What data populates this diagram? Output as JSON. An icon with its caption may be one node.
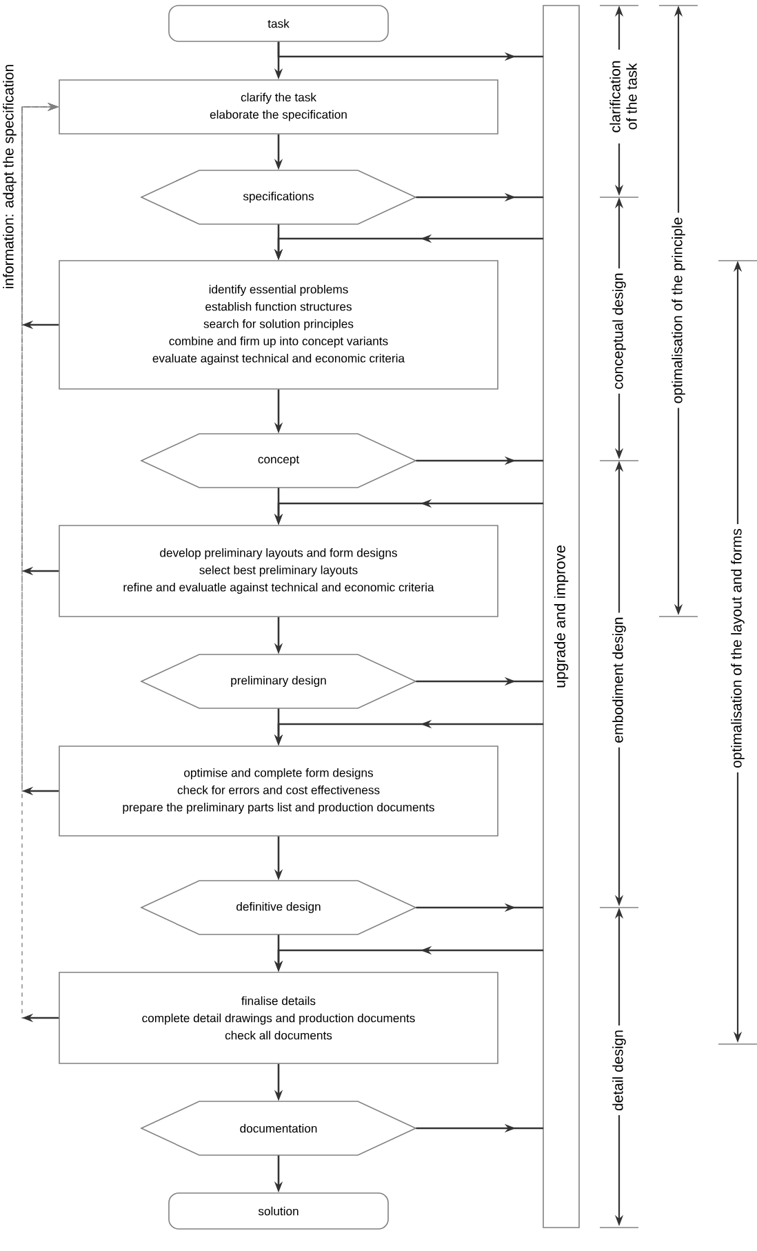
{
  "diagram": {
    "nodes": [
      {
        "text": [
          "task"
        ]
      },
      {
        "text": [
          "clarify the task",
          "elaborate the specification"
        ]
      },
      {
        "text": [
          "specifications"
        ]
      },
      {
        "text": [
          "identify essential problems",
          "establish function structures",
          "search for solution principles",
          "combine and firm up into concept variants",
          "evaluate against technical and economic criteria"
        ]
      },
      {
        "text": [
          "concept"
        ]
      },
      {
        "text": [
          "develop preliminary layouts and form designs",
          "select best preliminary layouts",
          "refine and evaluatle against technical and economic criteria"
        ]
      },
      {
        "text": [
          "preliminary design"
        ]
      },
      {
        "text": [
          "optimise and complete form designs",
          "check for errors and cost effectiveness",
          "prepare the preliminary parts list and production documents"
        ]
      },
      {
        "text": [
          "definitive design"
        ]
      },
      {
        "text": [
          "finalise details",
          "complete detail drawings and production documents",
          "check all documents"
        ]
      },
      {
        "text": [
          "documentation"
        ]
      },
      {
        "text": [
          "solution"
        ]
      },
      {
        "text": [
          "upgrade and improve"
        ]
      }
    ],
    "edges": [
      {
        "from": 0,
        "to": 1,
        "arrow": "to"
      },
      {
        "from": 1,
        "to": 2,
        "arrow": "to"
      },
      {
        "from": 2,
        "to": 3,
        "arrow": "to"
      },
      {
        "from": 3,
        "to": 4,
        "arrow": "to"
      },
      {
        "from": 4,
        "to": 5,
        "arrow": "to"
      },
      {
        "from": 5,
        "to": 6,
        "arrow": "to"
      },
      {
        "from": 6,
        "to": 7,
        "arrow": "to"
      },
      {
        "from": 7,
        "to": 8,
        "arrow": "to"
      },
      {
        "from": 8,
        "to": 9,
        "arrow": "to"
      },
      {
        "from": 9,
        "to": 10,
        "arrow": "to"
      },
      {
        "from": 10,
        "to": 11,
        "arrow": "to"
      },
      {
        "from": 0,
        "to": 12,
        "arrow": "to"
      },
      {
        "from": 2,
        "to": 12,
        "arrow": "to"
      },
      {
        "from": 4,
        "to": 12,
        "arrow": "to"
      },
      {
        "from": 6,
        "to": 12,
        "arrow": "to"
      },
      {
        "from": 8,
        "to": 12,
        "arrow": "to"
      },
      {
        "from": 10,
        "to": 12,
        "arrow": "to"
      },
      {
        "from": 12,
        "to": 3,
        "arrow": "to"
      },
      {
        "from": 12,
        "to": 5,
        "arrow": "to"
      },
      {
        "from": 12,
        "to": 7,
        "arrow": "to"
      },
      {
        "from": 12,
        "to": 9,
        "arrow": "to"
      },
      {
        "from": 3,
        "to": 1,
        "arrow": "to",
        "style": "dashed"
      },
      {
        "from": 5,
        "to": 1,
        "arrow": "to",
        "style": "dashed"
      },
      {
        "from": 7,
        "to": 1,
        "arrow": "to",
        "style": "dashed"
      },
      {
        "from": 9,
        "to": 1,
        "arrow": "to",
        "style": "dashed"
      }
    ],
    "labels": [
      "information: adapt the specification",
      "clarification of the task",
      "conceptual design",
      "optimalisation of the principle",
      "embodiment design",
      "optimalisation of the layout and forms",
      "detail design"
    ]
  }
}
